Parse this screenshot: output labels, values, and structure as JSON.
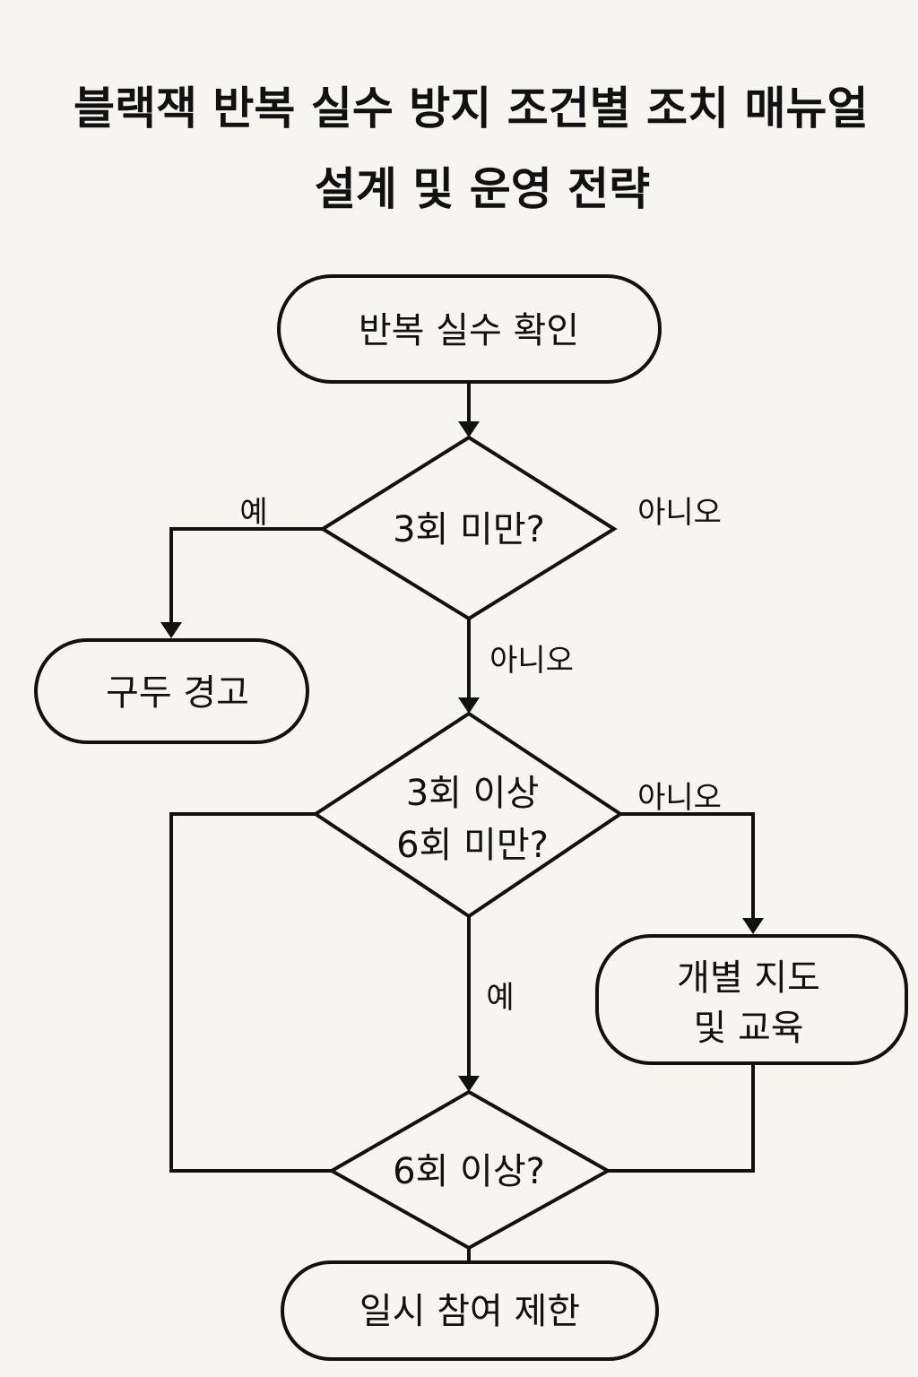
{
  "title": {
    "line1": "블랙잭 반복 실수 방지 조건별 조치 매뉴얼",
    "line2": "설계 및 운영 전략"
  },
  "nodes": {
    "start": "반복 실수 확인",
    "decision1": "3회 미만?",
    "warning": "구두 경고",
    "decision2_line1": "3회 이상",
    "decision2_line2": "6회 미만?",
    "training_line1": "개별 지도",
    "training_line2": "및 교육",
    "decision3": "6회 이상?",
    "restrict": "일시 참여 제한"
  },
  "edges": {
    "d1_yes": "예",
    "d1_no_right": "아니오",
    "d1_no_down": "아니오",
    "d2_no": "아니오",
    "d2_yes": "예"
  }
}
